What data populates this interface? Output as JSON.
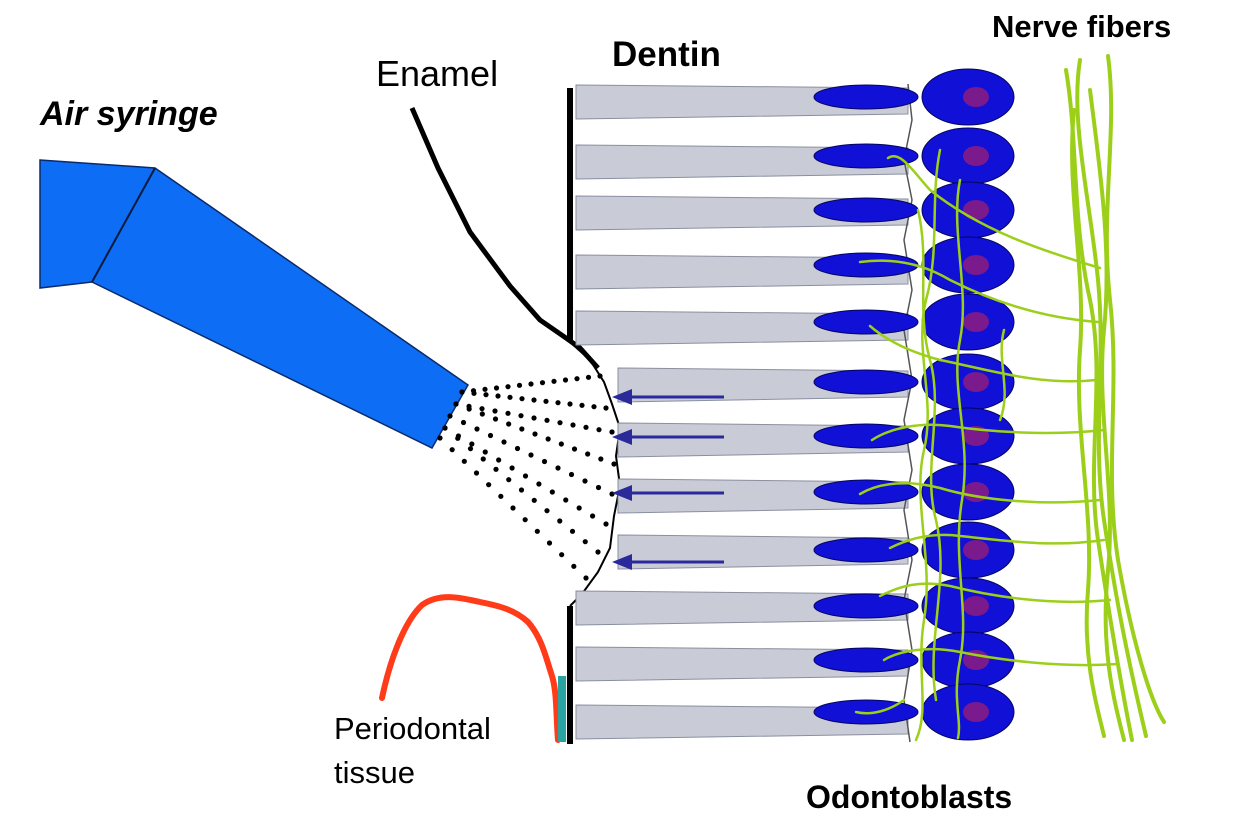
{
  "labels": {
    "air_syringe": "Air syringe",
    "enamel": "Enamel",
    "dentin": "Dentin",
    "nerve_fibers": "Nerve fibers",
    "periodontal_line1": "Periodontal",
    "periodontal_line2": "tissue",
    "odontoblasts": "Odontoblasts"
  },
  "colors": {
    "syringe": "#0d6df5",
    "odontoblast": "#1010d6",
    "nucleus": "#7a1a8c",
    "tubule": "#c9ccd6",
    "nerve": "#9ccf1a",
    "periodontal": "#ff3b1a",
    "arrow": "#2a2a9a",
    "enamel": "#000000",
    "cementum": "#2aa3a3"
  },
  "icons": {
    "syringe": "air-syringe-nozzle-shape",
    "spray": "air-spray-dots",
    "flow_arrow": "left-arrow",
    "odontoblast": "odontoblast-cell",
    "nerve": "nerve-fiber-strand"
  }
}
